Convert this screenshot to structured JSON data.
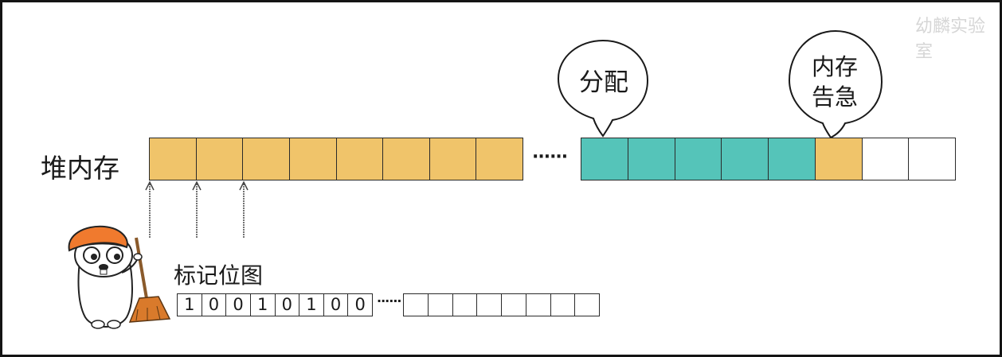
{
  "watermark": "幼麟实验室",
  "heap": {
    "label": "堆内存",
    "ellipsis": "······",
    "left_cells": [
      "allocated",
      "allocated",
      "allocated",
      "allocated",
      "allocated",
      "allocated",
      "allocated",
      "allocated"
    ],
    "right_cells": [
      "new",
      "new",
      "new",
      "new",
      "new",
      "allocated",
      "free",
      "free"
    ]
  },
  "bubbles": {
    "alloc": "分配",
    "warn_line1": "内存",
    "warn_line2": "告急"
  },
  "bitmap": {
    "label": "标记位图",
    "bits": [
      "1",
      "0",
      "0",
      "1",
      "0",
      "1",
      "0",
      "0"
    ],
    "ellipsis": "······",
    "right_bits": [
      "",
      "",
      "",
      "",
      "",
      "",
      "",
      ""
    ]
  },
  "colors": {
    "allocated": "#f0c46a",
    "new": "#55c4b9",
    "free": "#ffffff"
  }
}
